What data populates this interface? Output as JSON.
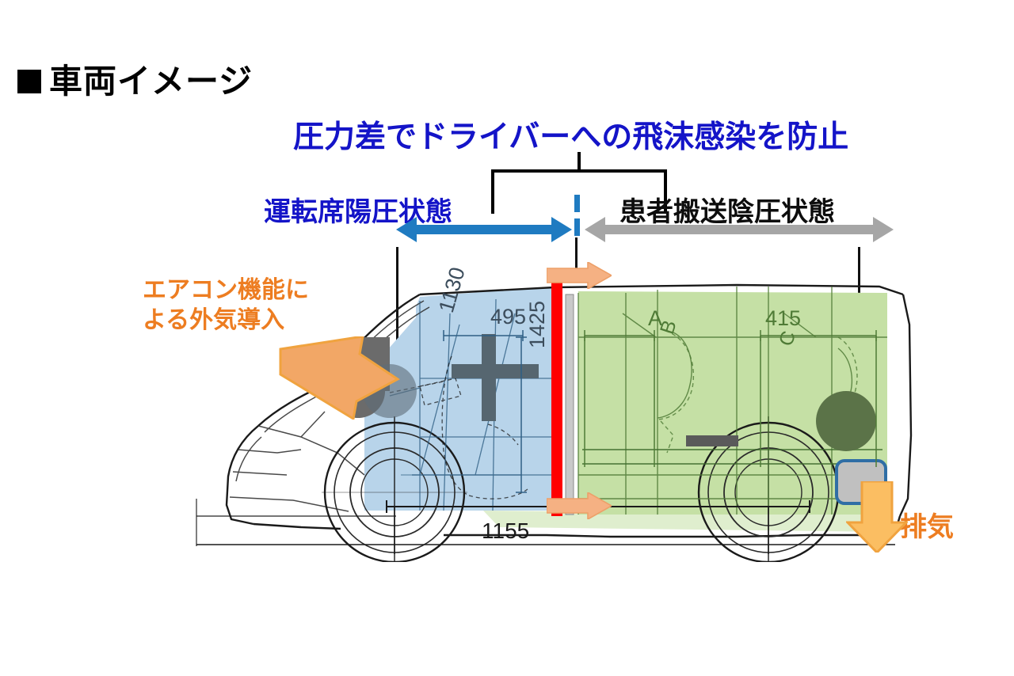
{
  "title": {
    "bullet": "■",
    "text": "車両イメージ"
  },
  "headline": {
    "text": "圧力差でドライバーへの飛沫感染を防止",
    "color": "#1414c8"
  },
  "regions": {
    "driver": {
      "label": "運転席陽圧状態",
      "color": "#1414c8",
      "arrow_color": "#1f7bc1",
      "fill_color": "#b8d4ea"
    },
    "patient": {
      "label": "患者搬送陰圧状態",
      "color": "#0d0d0d",
      "arrow_color": "#a6a6a6",
      "fill_color": "#c5e0a5"
    },
    "divider": {
      "name": "partition-divider",
      "color": "#1f7bc1",
      "partition_color": "#ff0000"
    }
  },
  "annotations": {
    "aircon": {
      "line1": "エアコン機能に",
      "line2": "よる外気導入",
      "color": "#ed7d21",
      "arrow_color": "#f2a766"
    },
    "exhaust": {
      "label": "排気",
      "color": "#ed7d21",
      "arrow_color": "#fbbe62"
    },
    "airflow_arrow_color": "#f5b183"
  },
  "dimensions": {
    "driver_diag": "1130",
    "driver_top": "495",
    "driver_vert": "1425",
    "patient_width": "415",
    "seat_a": "A",
    "seat_b": "B",
    "seat_c": "C",
    "overall_bottom": "1155"
  },
  "icons": {
    "intake_port": "intake-port-icon",
    "rear_port": "rear-port-icon",
    "exhaust_unit": "exhaust-unit-icon",
    "crosshair": "crosshair-icon"
  }
}
